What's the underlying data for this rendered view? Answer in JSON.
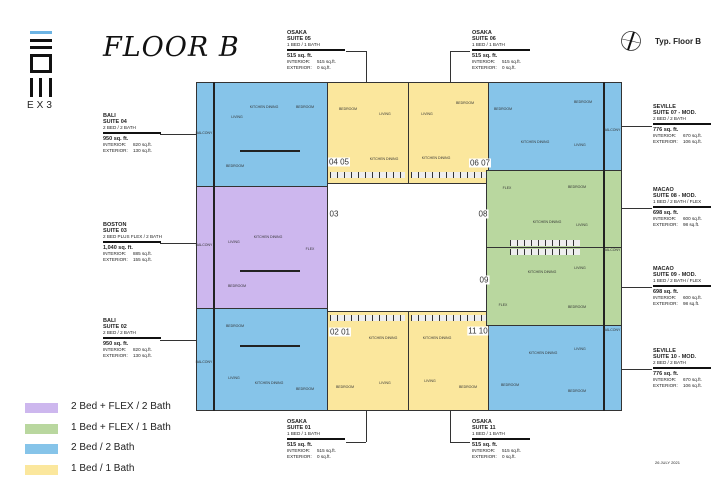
{
  "logo": {
    "text": "EX3",
    "accent": "#6cb4e4"
  },
  "title": "FLOOR B",
  "floor_label": "Typ. Floor B",
  "date": "26 JULY 2021",
  "colors": {
    "two_bed_flex": "#cdb7ee",
    "one_bed_flex": "#b9d79f",
    "two_bed": "#86c4e9",
    "one_bed": "#fbe79d"
  },
  "legend": [
    {
      "label": "2 Bed  + FLEX / 2 Bath",
      "color": "#cdb7ee"
    },
    {
      "label": "1 Bed + FLEX / 1 Bath",
      "color": "#b9d79f"
    },
    {
      "label": "2 Bed  / 2 Bath",
      "color": "#86c4e9"
    },
    {
      "label": "1 Bed / 1 Bath",
      "color": "#fbe79d"
    }
  ],
  "suites": {
    "s04": {
      "name": "BALI",
      "suite": "SUITE  04",
      "rooms": "2 BED / 2 BATH",
      "total": "950 sq. ft.",
      "interior_label": "INTERIOR:",
      "interior": "820 sq.ft.",
      "exterior_label": "EXTERIOR:",
      "exterior": "130 sq.ft."
    },
    "s03": {
      "name": "BOSTON",
      "suite": "SUITE  03",
      "rooms": "2 BED PLUS FLEX / 2 BATH",
      "total": "1,040 sq. ft.",
      "interior_label": "INTERIOR:",
      "interior": "885 sq.ft.",
      "exterior_label": "EXTERIOR:",
      "exterior": "155 sq.ft."
    },
    "s02": {
      "name": "BALI",
      "suite": "SUITE  02",
      "rooms": "2 BED / 2 BATH",
      "total": "950 sq. ft.",
      "interior_label": "INTERIOR:",
      "interior": "820 sq.ft.",
      "exterior_label": "EXTERIOR:",
      "exterior": "130 sq.ft."
    },
    "s05": {
      "name": "OSAKA",
      "suite": "SUITE  05",
      "rooms": "1 BED / 1 BATH",
      "total": "515 sq. ft.",
      "interior_label": "INTERIOR:",
      "interior": "515 sq.ft.",
      "exterior_label": "EXTERIOR:",
      "exterior": "0 sq.ft."
    },
    "s06": {
      "name": "OSAKA",
      "suite": "SUITE  06",
      "rooms": "1 BED / 1 BATH",
      "total": "515 sq. ft.",
      "interior_label": "INTERIOR:",
      "interior": "515 sq.ft.",
      "exterior_label": "EXTERIOR:",
      "exterior": "0 sq.ft."
    },
    "s01": {
      "name": "OSAKA",
      "suite": "SUITE  01",
      "rooms": "1 BED / 1 BATH",
      "total": "515 sq. ft.",
      "interior_label": "INTERIOR:",
      "interior": "515 sq.ft.",
      "exterior_label": "EXTERIOR:",
      "exterior": "0 sq.ft."
    },
    "s11": {
      "name": "OSAKA",
      "suite": "SUITE  11",
      "rooms": "1 BED / 1 BATH",
      "total": "515 sq. ft.",
      "interior_label": "INTERIOR:",
      "interior": "515 sq.ft.",
      "exterior_label": "EXTERIOR:",
      "exterior": "0 sq.ft."
    },
    "s07": {
      "name": "SEVILLE",
      "suite": "SUITE  07 - MOD.",
      "rooms": "2 BED / 2 BATH",
      "total": "776 sq. ft.",
      "interior_label": "INTERIOR:",
      "interior": "670 sq.ft.",
      "exterior_label": "EXTERIOR:",
      "exterior": "106 sq.ft."
    },
    "s08": {
      "name": "MACAO",
      "suite": "SUITE  08 - MOD.",
      "rooms": "1 BED / 2 BATH / FLEX",
      "total": "698 sq. ft.",
      "interior_label": "INTERIOR:",
      "interior": "600 sq.ft.",
      "exterior_label": "EXTERIOR:",
      "exterior": "98 sq.ft."
    },
    "s09": {
      "name": "MACAO",
      "suite": "SUITE  09 - MOD.",
      "rooms": "1 BED / 2 BATH / FLEX",
      "total": "698 sq. ft.",
      "interior_label": "INTERIOR:",
      "interior": "600 sq.ft.",
      "exterior_label": "EXTERIOR:",
      "exterior": "98 sq.ft."
    },
    "s10": {
      "name": "SEVILLE",
      "suite": "SUITE  10 - MOD.",
      "rooms": "2 BED / 2 BATH",
      "total": "776 sq. ft.",
      "interior_label": "INTERIOR:",
      "interior": "670 sq.ft.",
      "exterior_label": "EXTERIOR:",
      "exterior": "106 sq.ft."
    }
  },
  "unit_tags": [
    "04 05",
    "06 07",
    "03",
    "08",
    "09",
    "02 01",
    "11 10"
  ],
  "room_labels": [
    "BALCONY",
    "LIVING",
    "KITCHEN DINING",
    "BEDROOM",
    "BEDROOM",
    "BEDROOM",
    "LIVING",
    "KITCHEN DINING",
    "LIVING",
    "BEDROOM",
    "KITCHEN DINING",
    "BEDROOM",
    "BEDROOM",
    "KITCHEN DINING",
    "LIVING",
    "BALCONY",
    "FLEX",
    "BEDROOM",
    "KITCHEN DINING",
    "LIVING",
    "KITCHEN DINING",
    "LIVING",
    "FLEX",
    "BEDROOM",
    "KITCHEN DINING",
    "LIVING",
    "BEDROOM",
    "BEDROOM",
    "BALCONY",
    "KITCHEN DINING",
    "BEDROOM",
    "LIVING",
    "KITCHEN DINING",
    "LIVING",
    "BEDROOM",
    "LIVING",
    "KITCHEN DINING",
    "FLEX",
    "BEDROOM",
    "BALCONY",
    "BEDROOM",
    "BALCONY",
    "LIVING",
    "KITCHEN DINING",
    "BEDROOM",
    "BALCONY"
  ]
}
